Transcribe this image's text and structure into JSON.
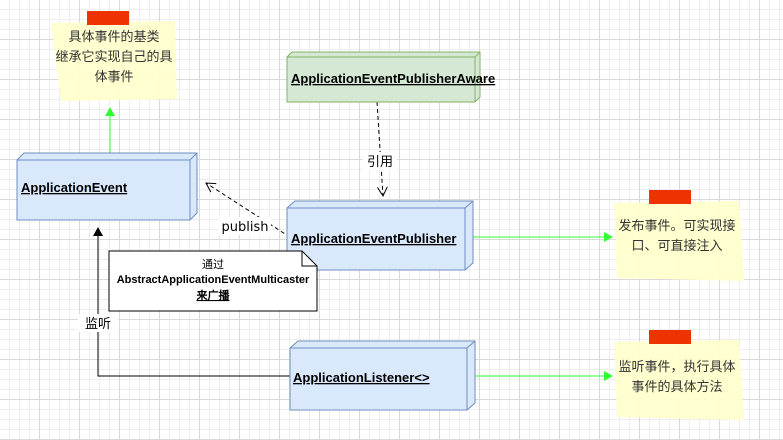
{
  "colors": {
    "node_fill": "#dae8fc",
    "node_stroke": "#6c8ebf",
    "aware_fill": "#d5e8d4",
    "aware_stroke": "#82b366",
    "note_fill": "#ffffcc",
    "tape": "#ee3300",
    "green_arrow": "#33ff33"
  },
  "nodes": {
    "application_event": "ApplicationEvent",
    "publisher_aware": "ApplicationEventPublisherAware",
    "publisher": "ApplicationEventPublisher",
    "listener": "ApplicationListener<>"
  },
  "notes": {
    "event_note": [
      "具体事件的基类",
      "继承它实现自己的具",
      "体事件"
    ],
    "publish_note": [
      "发布事件。可实现接",
      "口、可直接注入"
    ],
    "listen_note": [
      "监听事件，执行具体",
      "事件的具体方法"
    ]
  },
  "multicaster_note": {
    "line1": "通过",
    "line2": "AbstractApplicationEventMulticaster",
    "line3": "来广播"
  },
  "edges": {
    "reference": "引用",
    "publish": "publish",
    "listen": "监听"
  }
}
